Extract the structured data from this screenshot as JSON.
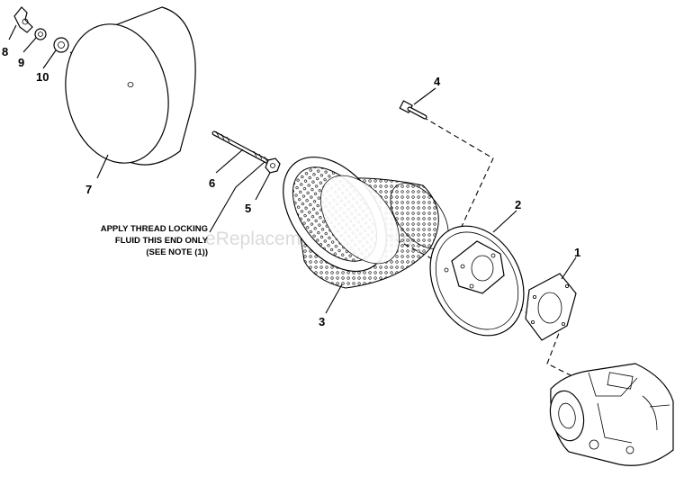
{
  "callouts": {
    "c1": "1",
    "c2": "2",
    "c3": "3",
    "c4": "4",
    "c5": "5",
    "c6": "6",
    "c7": "7",
    "c8": "8",
    "c9": "9",
    "c10": "10"
  },
  "note": {
    "line1": "APPLY THREAD LOCKING",
    "line2": "FLUID THIS END ONLY",
    "line3": "(SEE NOTE (1))"
  },
  "watermark": "eReplacementParts.com"
}
